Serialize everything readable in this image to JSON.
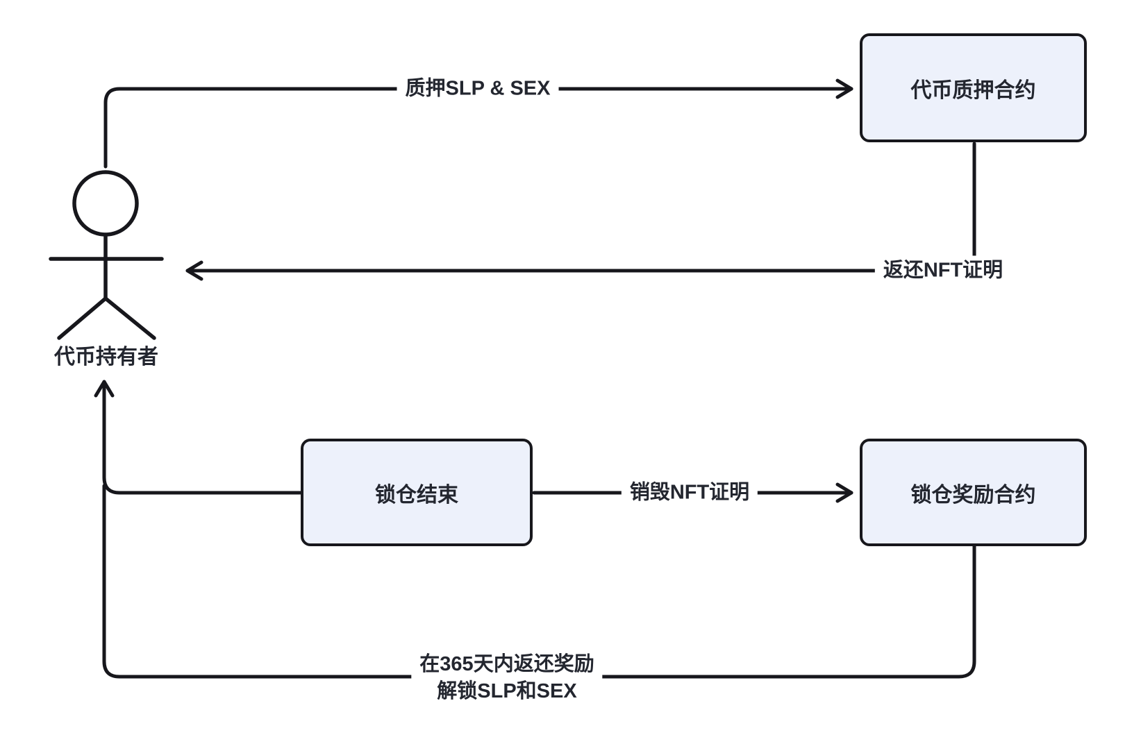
{
  "actor": {
    "label": "代币持有者"
  },
  "nodes": {
    "staking_contract": {
      "label": "代币质押合约"
    },
    "lock_end": {
      "label": "锁仓结束"
    },
    "reward_contract": {
      "label": "锁仓奖励合约"
    }
  },
  "edges": {
    "stake": {
      "label": "质押SLP & SEX"
    },
    "return_nft": {
      "label": "返还NFT证明"
    },
    "burn_nft": {
      "label": "销毁NFT证明"
    },
    "unlock": {
      "line1": "在365天内返还奖励",
      "line2": "解锁SLP和SEX"
    }
  },
  "colors": {
    "background": "#ffffff",
    "node_fill": "#edf1fb",
    "stroke": "#17171c",
    "text": "#23262f"
  }
}
